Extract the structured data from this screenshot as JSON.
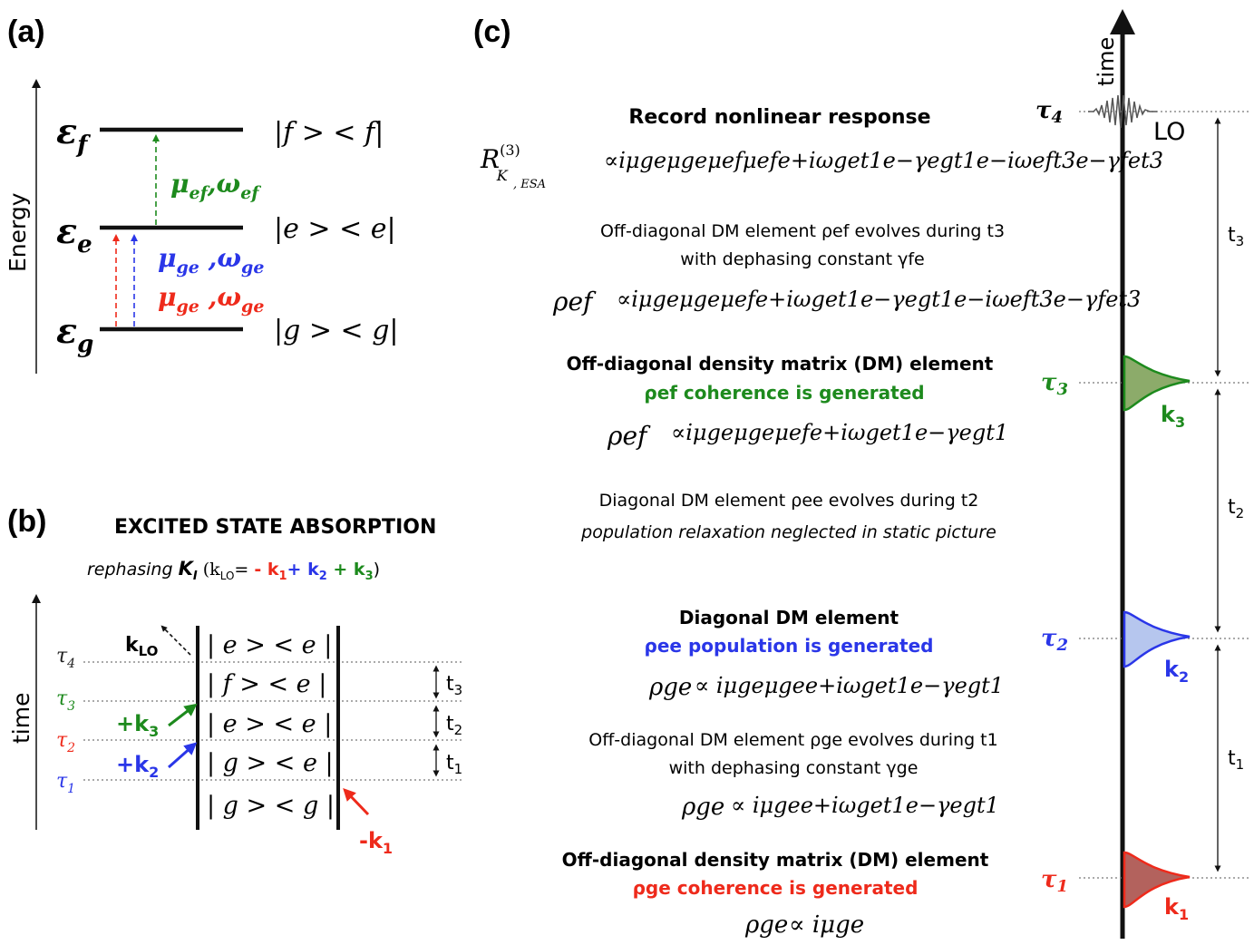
{
  "colors": {
    "red": "#ee2a1b",
    "blue": "#2a36e8",
    "green": "#1d8a1d",
    "black": "#111111",
    "gray": "#777777"
  },
  "panel_a": {
    "label": "(a)",
    "axis_label": "Energy",
    "levels": [
      {
        "symbol": "ε",
        "sub": "f",
        "ket": "|f > < f|"
      },
      {
        "symbol": "ε",
        "sub": "e",
        "ket": "|e > < e|"
      },
      {
        "symbol": "ε",
        "sub": "g",
        "ket": "|g > < g|"
      }
    ],
    "transitions": {
      "ef": {
        "mu": "μ",
        "mu_sub": "ef",
        "omega": "ω",
        "omega_sub": "ef"
      },
      "ge_blue": {
        "mu": "μ",
        "mu_sub": "ge",
        "omega": "ω",
        "omega_sub": "ge"
      },
      "ge_red": {
        "mu": "μ",
        "mu_sub": "ge",
        "omega": "ω",
        "omega_sub": "ge"
      }
    }
  },
  "panel_b": {
    "label": "(b)",
    "title": "EXCITED STATE ABSORPTION",
    "subtitle": {
      "pre": "rephasing",
      "k": "K",
      "k_sub": "I",
      "open": "(k",
      "lo_sub": "LO",
      "eq": "= ",
      "m1": "- k",
      "m1_sub": "1",
      "p2": "+ k",
      "p2_sub": "2",
      "p3": " + k",
      "p3_sub": "3",
      "close": ")"
    },
    "axis_label": "time",
    "taus": [
      {
        "sym": "τ",
        "sub": "4"
      },
      {
        "sym": "τ",
        "sub": "3"
      },
      {
        "sym": "τ",
        "sub": "2"
      },
      {
        "sym": "τ",
        "sub": "1"
      }
    ],
    "kets": [
      "| e > < e |",
      "| f > < e |",
      "| e > < e |",
      "| g > < e |",
      "| g > < g |"
    ],
    "k_lo": {
      "base": "k",
      "sub": "LO"
    },
    "k3": {
      "base": "+k",
      "sub": "3"
    },
    "k2": {
      "base": "+k",
      "sub": "2"
    },
    "k1": {
      "base": "-k",
      "sub": "1"
    },
    "intervals": [
      {
        "base": "t",
        "sub": "3"
      },
      {
        "base": "t",
        "sub": "2"
      },
      {
        "base": "t",
        "sub": "1"
      }
    ]
  },
  "panel_c": {
    "label": "(c)",
    "time_label": "time",
    "lo_label": "LO",
    "taus": [
      {
        "sym": "τ",
        "sub": "4"
      },
      {
        "sym": "τ",
        "sub": "3"
      },
      {
        "sym": "τ",
        "sub": "2"
      },
      {
        "sym": "τ",
        "sub": "1"
      }
    ],
    "pulses": [
      {
        "base": "k",
        "sub": "3"
      },
      {
        "base": "k",
        "sub": "2"
      },
      {
        "base": "k",
        "sub": "1"
      }
    ],
    "intervals": [
      {
        "base": "t",
        "sub": "3"
      },
      {
        "base": "t",
        "sub": "2"
      },
      {
        "base": "t",
        "sub": "1"
      }
    ],
    "step1": {
      "heading": "Record nonlinear response",
      "lhs": "R",
      "lhs_sup": "(3)",
      "lhs_sub": "K",
      "rhs": "∝iμgeμgeμefμefe+iωget1e−γegt1e−iωeft3e−γfet3"
    },
    "step2": {
      "line1": "Off-diagonal DM element ρef evolves during t3",
      "line2": "with dephasing constant γfe",
      "lhs": "ρef",
      "rhs": "∝iμgeμgeμefe+iωget1e−γegt1e−iωeft3e−γfet3"
    },
    "step3": {
      "heading": "Off-diagonal density matrix (DM) element",
      "sub_heading": "ρef coherence is generated",
      "lhs": "ρef",
      "rhs": "∝iμgeμgeμefe+iωget1e−γegt1"
    },
    "step4": {
      "line1": "Diagonal DM element ρee evolves during t2",
      "line2": "population relaxation neglected in static picture"
    },
    "step5": {
      "heading": "Diagonal DM element",
      "sub_heading": "ρee population is generated",
      "lhs": "ρge",
      "rhs": "∝ iμgeμgee+iωget1e−γegt1"
    },
    "step6": {
      "line1": "Off-diagonal DM element ρge evolves during t1",
      "line2": "with dephasing constant γge",
      "lhs": "ρge",
      "rhs": "∝ iμgee+iωget1e−γegt1"
    },
    "step7": {
      "heading": "Off-diagonal density matrix (DM) element",
      "sub_heading": "ρge coherence is generated",
      "lhs": "ρge",
      "rhs": "∝ iμge"
    }
  }
}
